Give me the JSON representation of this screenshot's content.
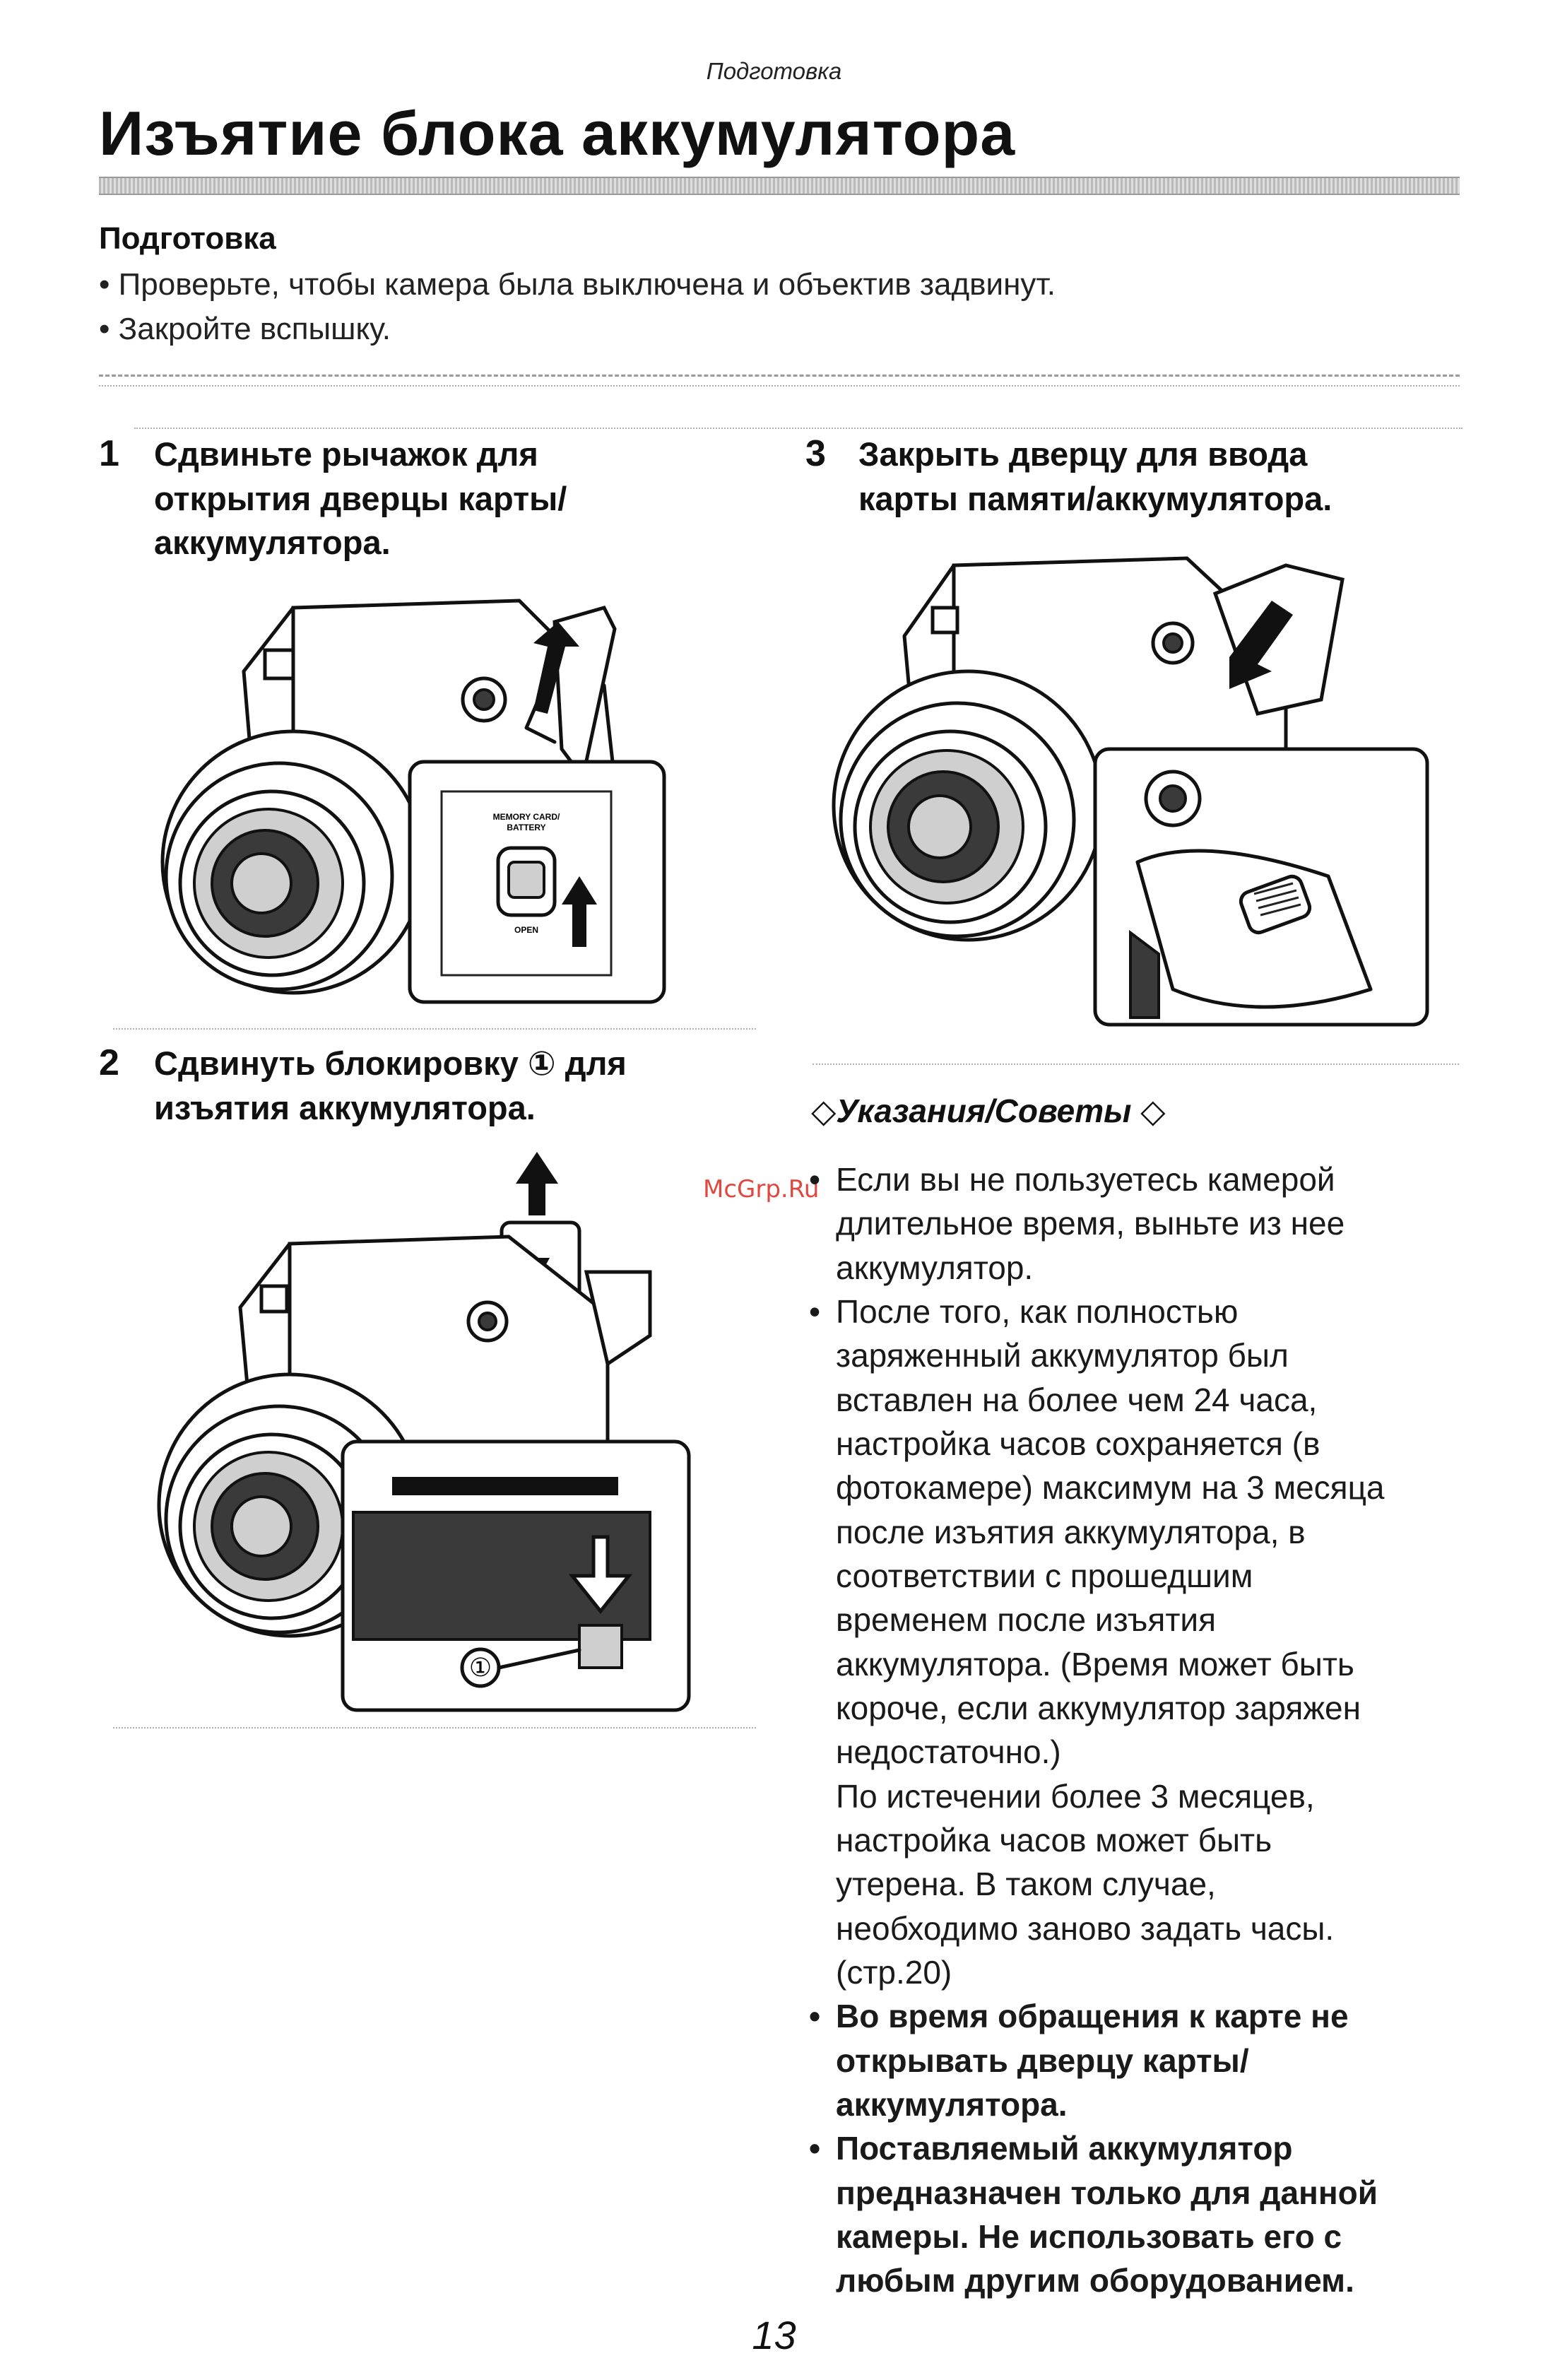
{
  "running_head": "Подготовка",
  "title": "Изъятие блока аккумулятора",
  "preparation": {
    "heading": "Подготовка",
    "items": [
      "Проверьте, чтобы камера была выключена и объектив задвинут.",
      "Закройте вспышку."
    ]
  },
  "steps": [
    {
      "number": "1",
      "text_lines": [
        "Сдвиньте рычажок для",
        "открытия дверцы карты/",
        "аккумулятора."
      ]
    },
    {
      "number": "2",
      "text_lines": [
        "Сдвинуть блокировку ① для",
        "изъятия аккумулятора."
      ]
    },
    {
      "number": "3",
      "text_lines": [
        "Закрыть дверцу для ввода",
        "карты памяти/аккумулятора."
      ]
    }
  ],
  "figure1": {
    "door_label_top": "MEMORY CARD/",
    "door_label_bottom": "BATTERY",
    "open_label": "OPEN"
  },
  "figure2": {
    "callout": "①"
  },
  "tips": {
    "diamond": "◇",
    "heading": "Указания/Советы",
    "watermark": "McGrp.Ru",
    "items": [
      {
        "bold": false,
        "lines": [
          "Если вы не пользуетесь камерой",
          "длительное время, выньте из нее",
          "аккумулятор."
        ]
      },
      {
        "bold": false,
        "lines": [
          "После того, как полностью",
          "заряженный аккумулятор был",
          "вставлен на более чем 24 часа,",
          "настройка часов сохраняется (в",
          "фотокамере) максимум на 3 месяца",
          "после изъятия аккумулятора, в",
          "соответствии с прошедшим",
          "временем после изъятия",
          "аккумулятора. (Время может быть",
          "короче, если аккумулятор заряжен",
          "недостаточно.)",
          "По истечении более 3 месяцев,",
          "настройка часов может быть",
          "утерена. В таком случае,",
          "необходимо заново задать часы.",
          "(стр.20)"
        ]
      },
      {
        "bold": true,
        "lines": [
          "Во время обращения к карте не",
          "открывать дверцу карты/",
          "аккумулятора."
        ]
      },
      {
        "bold": true,
        "lines": [
          "Поставляемый аккумулятор",
          "предназначен только для данной",
          "камеры. Не использовать его с",
          "любым другим оборудованием."
        ]
      }
    ]
  },
  "page_number": "13"
}
